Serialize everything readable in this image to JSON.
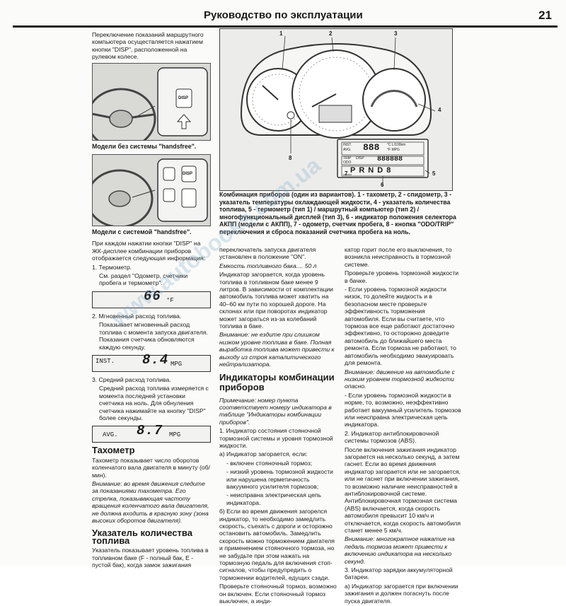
{
  "header": {
    "title": "Руководство по эксплуатации",
    "page_number": "21"
  },
  "col1": {
    "intro": "Переключение показаний маршрутного компьютера осуществляется нажатием кнопки \"DISP\", расположенной на рулевом колесе.",
    "fig1_caption": "Модели без системы \"handsfree\".",
    "fig2_caption": "Модели с системой \"handsfree\".",
    "disp_label": "DISP",
    "para_each_press": "При каждом нажатии кнопки \"DISP\" на ЖК-дисплее комбинации приборов отображается следующая информация:",
    "item1_title": "1. Термометр.",
    "item1_text": "См. раздел \"Одометр, счетчики пробега и термометр\".",
    "lcd1_value": "66",
    "lcd1_unit": "°F",
    "item2_title": "2. Мгновенный расход топлива.",
    "item2_text": "Показывает мгновенный расход топлива с момента запуска двигателя. Показания счетчика обновляются каждую секунду.",
    "lcd2_label": "INST.",
    "lcd2_value": "8.4",
    "lcd2_unit": "MPG",
    "item3_title": "3. Средний расход топлива.",
    "item3_text": "Средний расход топлива измеряется с момента последней установки счетчика на ноль. Для обнуления счетчика нажимайте на кнопку \"DISP\" более секунды.",
    "lcd3_label": "AVG.",
    "lcd3_value": "8.7",
    "lcd3_unit": "MPG",
    "sec_tach": "Тахометр",
    "tach_text": "Тахометр показывает число оборотов коленчатого вала двигателя в минуту (об/мин).",
    "tach_note": "Внимание: во время движения следите за показаниями тахометра. Его стрелка, показывающая частоту вращения коленчатого вала двигателя, не должна входить в красную зону (зона высоких оборотов двигателя).",
    "sec_fuel": "Указатель количества топлива",
    "fuel_text": "Указатель показывает уровень топлива в топливном баке (F - полный бак, E - пустой бак), когда замок зажигания"
  },
  "dash": {
    "callouts": [
      "1",
      "2",
      "3",
      "4",
      "5",
      "6",
      "7",
      "8"
    ],
    "inst_label": "INST.",
    "avg_label": "AVG.",
    "trip_label": "TRIP",
    "odo_label": "ODO",
    "disp_label": "DISP",
    "seg_digits": "888",
    "seg_odo": "888888",
    "units": "°C L/100km",
    "units2": "°F MPG",
    "gears": [
      "P",
      "R",
      "N",
      "D",
      "8"
    ]
  },
  "fig_caption": "Комбинация приборов (один из вариантов). 1 - тахометр, 2 - спидометр, 3 - указатель температуры охлаждающей жидкости, 4 - указатель количества топлива, 5 - термометр (тип 1) / маршрутный компьютер (тип 2) / многофункциональный дисплей (тип 3), 6 - индикатор положения селектора АКПП (модели с АКПП), 7 - одометр, счетчик пробега, 8 - кнопка \"ODO/TRIP\" переключения и сброса показаний счетчика пробега на ноль.",
  "col2": {
    "p1": "переключатель запуска двигателя установлен в положение \"ON\".",
    "p2": "Емкость топливного бака.... 50 л",
    "p3": "Индикатор загорается, когда уровень топлива в топливном баке менее 9 литров. В зависимости от комплектации автомобиль топлива может хватить на 40–60 км пути по хорошей дороге. На склонах или при поворотах индикатор может загораться из-за колебаний топлива в баке.",
    "note1": "Внимание: не ездите при слишком низком уровне топлива в баке. Полная выработка топлива может привести к выходу из строя каталитического нейтрализатора.",
    "sec_ind": "Индикаторы комбинации приборов",
    "note2": "Примечание: номер пункта соответствует номеру индикатора в таблице \"Индикаторы комбинации приборов\".",
    "p4": "1. Индикатор состояния стояночной тормозной системы и уровня тормозной жидкости.",
    "p5": "а) Индикатор загорается, если:",
    "p6": "- включен стояночный тормоз;",
    "p7": "- низкий уровень тормозной жидкости или нарушена герметичность вакуумного усилителя тормозов;",
    "p8": "- неисправна электрическая цепь индикатора.",
    "p9": "б) Если во время движения загорелся индикатор, то необходимо замедлить скорость, съехать с дороги и осторожно остановить автомобиль. Замедлить скорость можно торможением двигателя и применением стояночного тормоза, но не забудьте при этом нажать на тормозную педаль для включения стоп-сигналов, чтобы предупредить о торможении водителей, едущих сзади.",
    "p10": "Проверьте стояночный тормоз, возможно он включен. Если стояночный тормоз выключен, а инди-"
  },
  "col3": {
    "p1": "катор горит после его выключения, то возникла неисправность в тормозной системе.",
    "p2": "Проверьте уровень тормозной жидкости в бачке.",
    "p3": "- Если уровень тормозной жидкости низок, то долейте жидкость и в безопасном месте проверьте эффективность торможения автомобиля. Если вы считаете, что тормоза все еще работают достаточно эффективно, то осторожно доведите автомобиль до ближайшего места ремонта. Если тормоза не работают, то автомобиль необходимо эвакуировать для ремонта.",
    "note1": "Внимание: движение на автомобиле с низким уровнем тормозной жидкости опасно.",
    "p4": "- Если уровень тормозной жидкости в норме, то, возможно, неэффективно работает вакуумный усилитель тормозов или неисправна электрическая цепь индикатора.",
    "p5": "2. Индикатор антиблокировочной системы тормозов (ABS).",
    "p6": "После включения зажигания индикатор загорается на несколько секунд, а затем гаснет. Если во время движения индикатор загорается или не загорается, или не гаснет при включении зажигания, то возможно наличие неисправностей в антиблокировочной системе. Антиблокировочная тормозная система (ABS) включается, когда скорость автомобиля превысит 10 км/ч и отключается, когда скорость автомобиля станет менее 5 км/ч.",
    "note2": "Внимание: многократное нажатие на педаль тормоза может привести к включению индикатора на несколько секунд.",
    "p7": "3. Индикатор зарядки аккумуляторной батареи.",
    "p8": "а) Индикатор загорается при включении зажигания и должен погаснуть после пуска двигателя."
  },
  "watermark": "www.autobooks.com.ua"
}
